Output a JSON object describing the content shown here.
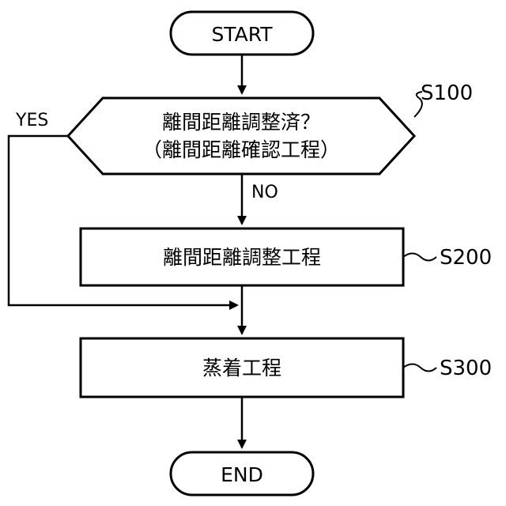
{
  "flowchart": {
    "start": {
      "label": "START"
    },
    "decision": {
      "step": "S100",
      "line1": "離間距離調整済？",
      "line2": "（離間距離確認工程）",
      "yes_label": "YES",
      "no_label": "NO"
    },
    "process1": {
      "step": "S200",
      "label": "離間距離調整工程"
    },
    "process2": {
      "step": "S300",
      "label": "蒸着工程"
    },
    "end": {
      "label": "END"
    }
  }
}
